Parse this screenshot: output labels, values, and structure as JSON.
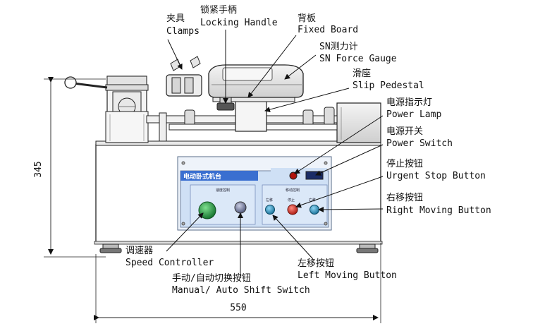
{
  "callouts": {
    "clamps": {
      "zh": "夹具",
      "en": "Clamps"
    },
    "locking_handle": {
      "zh": "锁紧手柄",
      "en": "Locking Handle"
    },
    "fixed_board": {
      "zh": "背板",
      "en": "Fixed Board"
    },
    "force_gauge": {
      "zh": "SN测力计",
      "en": "SN Force Gauge"
    },
    "slip_pedestal": {
      "zh": "滑座",
      "en": "Slip Pedestal"
    },
    "power_lamp": {
      "zh": "电源指示灯",
      "en": "Power Lamp"
    },
    "power_switch": {
      "zh": "电源开关",
      "en": "Power Switch"
    },
    "urgent_stop": {
      "zh": "停止按钮",
      "en": "Urgent Stop Button"
    },
    "right_moving": {
      "zh": "右移按钮",
      "en": "Right Moving Button"
    },
    "left_moving": {
      "zh": "左移按钮",
      "en": "Left Moving Button"
    },
    "speed_controller": {
      "zh": "调速器",
      "en": "Speed Controller"
    },
    "manual_auto": {
      "zh": "手动/自动切换按钮",
      "en": "Manual/ Auto Shift Switch"
    }
  },
  "dimensions": {
    "height": "345",
    "width": "550"
  },
  "panel": {
    "title": "电动卧式机台",
    "speed_section": "速度控制",
    "move_section": "移动控制",
    "left_label": "左移",
    "stop_label": "停止",
    "right_label": "右移"
  },
  "colors": {
    "knob_green": "#1e9a3c",
    "stop_red": "#d9281e",
    "move_teal": "#1f8fbf",
    "panel_title_bg": "#3a6fd0",
    "panel_blue": "#cfe0f5"
  }
}
